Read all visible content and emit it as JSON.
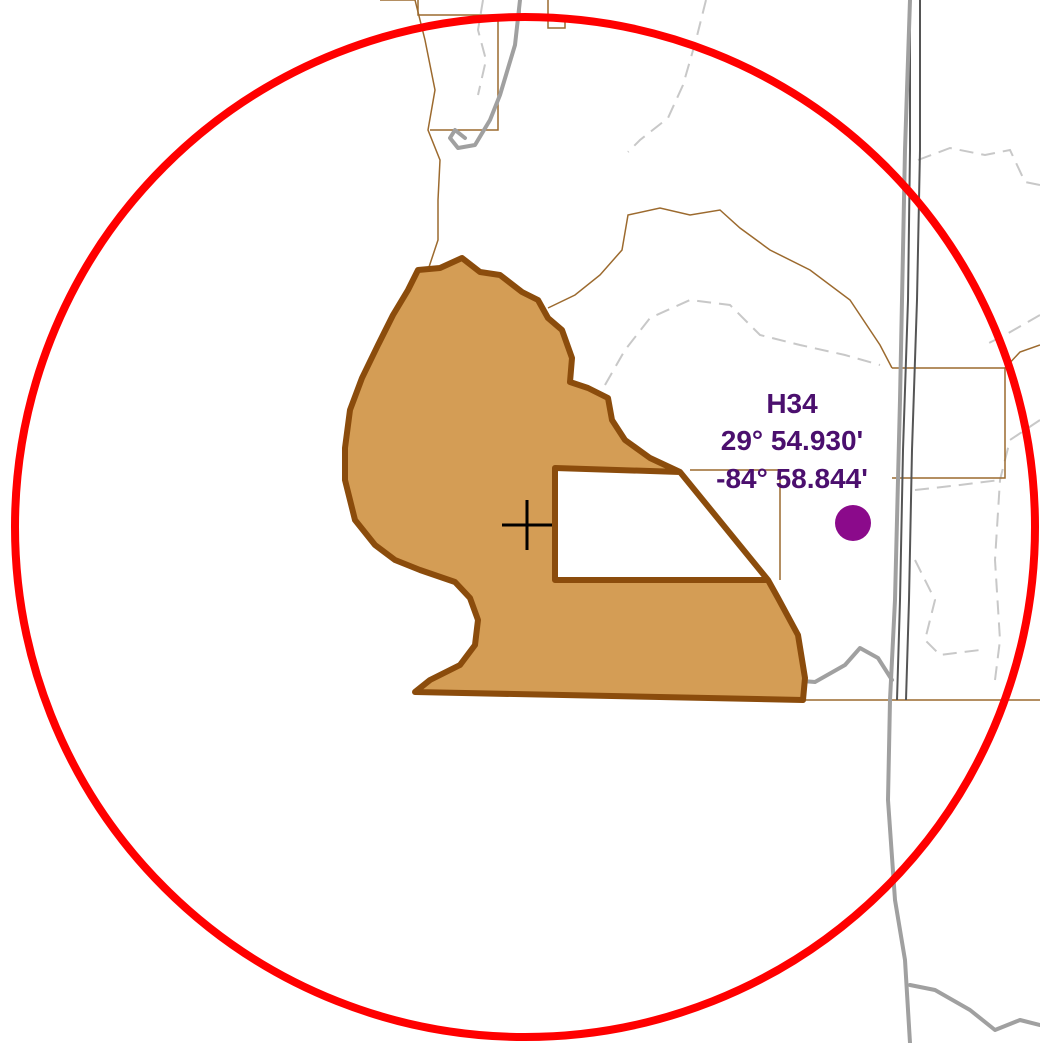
{
  "map": {
    "waypoint": {
      "name": "H34",
      "latitude": "29° 54.930'",
      "longitude": "-84° 58.844'",
      "label_color": "#4b0f6e",
      "marker_color": "#8b0a8b"
    },
    "colors": {
      "range_ring": "#ff0000",
      "parcel_fill": "#d49d55",
      "parcel_outline": "#8b4c0c",
      "parcel_lines": "#9c6a2e",
      "roads": "#a0a0a0",
      "trails_dashed": "#c8c8c8",
      "railway": "#555555",
      "crosshair": "#000000",
      "background": "#ffffff"
    }
  }
}
